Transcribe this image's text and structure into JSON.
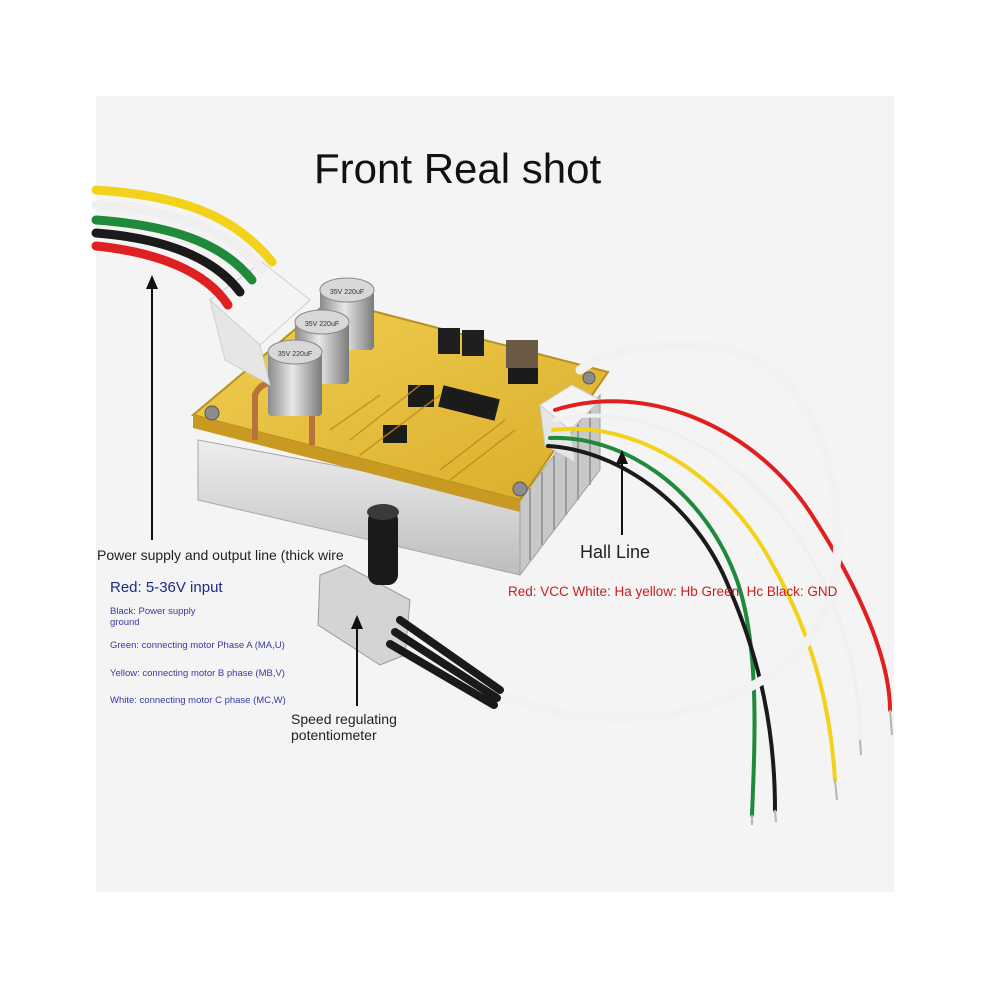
{
  "title": "Front Real shot",
  "power": {
    "heading": "Power supply and output line (thick wire",
    "red": "Red: 5-36V input",
    "black_line1": "Black: Power supply",
    "black_line2": "ground",
    "green": "Green: connecting motor Phase A (MA,U)",
    "yellow": "Yellow: connecting motor B phase (MB,V)",
    "white": "White: connecting motor C phase (MC,W)"
  },
  "hall": {
    "heading": "Hall Line",
    "legend": "Red: VCC White: Ha yellow: Hb Green: Hc Black: GND"
  },
  "potentiometer": {
    "line1": "Speed regulating",
    "line2": "potentiometer"
  },
  "capacitors": {
    "c1": "35V 220uF",
    "c2": "35V 220uF",
    "c3": "35V 220uF"
  },
  "colors": {
    "board": "#e9c23c",
    "heatsink": "#d6d6d6",
    "wire_red": "#e02020",
    "wire_black": "#1a1a1a",
    "wire_green": "#1f8a3a",
    "wire_yellow": "#f2d21b",
    "wire_white": "#f0f0f0",
    "title_text": "#111111",
    "legend_blue": "#1f2a8a",
    "legend_red": "#c81e1e"
  }
}
